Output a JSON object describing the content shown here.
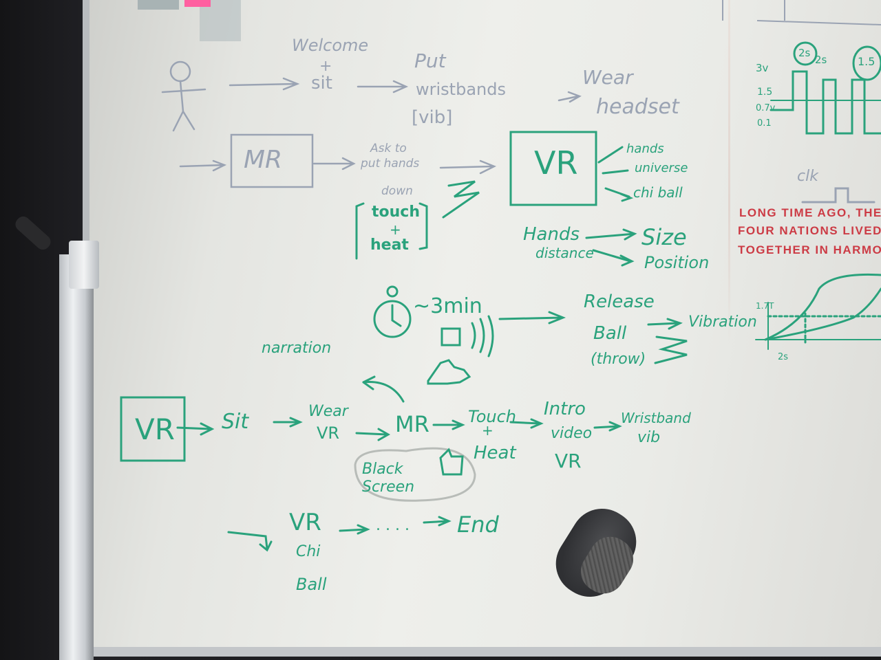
{
  "top_flow": {
    "welcome": "Welcome",
    "plus": "+",
    "sit": "sit",
    "put": "Put",
    "wristbands": "wristbands",
    "vib": "[vib]",
    "wear": "Wear",
    "headset": "headset"
  },
  "mr_row": {
    "mr": "MR",
    "ask_to": "Ask to",
    "put_hands": "put hands",
    "down": "down",
    "touch": "touch",
    "plus": "+",
    "heat": "heat",
    "vr": "VR",
    "hands": "hands",
    "universe": "universe",
    "chi_ball": "chi ball"
  },
  "hands_distance": {
    "hands": "Hands",
    "distance": "distance",
    "size": "Size",
    "position": "Position"
  },
  "timer_row": {
    "duration": "~3min",
    "release": "Release",
    "ball": "Ball",
    "throw": "(throw)",
    "vibration": "Vibration"
  },
  "bottom_flow": {
    "narration": "narration",
    "vr": "VR",
    "sit": "Sit",
    "wear": "Wear",
    "vr2": "VR",
    "mr": "MR",
    "touch": "Touch",
    "plus": "+",
    "heat": "Heat",
    "intro": "Intro",
    "video": "video",
    "vr3": "VR",
    "wristband": "Wristband",
    "vib": "vib",
    "black": "Black",
    "screen": "Screen"
  },
  "end_flow": {
    "vr": "VR",
    "chi": "Chi",
    "ball": "Ball",
    "dots": ". . . .",
    "end": "End"
  },
  "right_panel": {
    "quote_line1": "LONG TIME AGO, THE",
    "quote_line2": "FOUR NATIONS LIVED",
    "quote_line3": "TOGETHER IN HARMON",
    "clk": "clk",
    "tick_3v": "3v",
    "tick_15": "1.5",
    "tick_07": "0.7v",
    "tick_0": "0.1",
    "circle_label": "2s",
    "label_25": "2s",
    "label_15": "1.5",
    "graph_x": "2s",
    "graph_y": "1.7T"
  },
  "colors": {
    "green_marker": "#2aa27c",
    "faded_marker": "#9aa3b3",
    "red_marker": "#cc3b45",
    "board": "#eeefeb"
  }
}
